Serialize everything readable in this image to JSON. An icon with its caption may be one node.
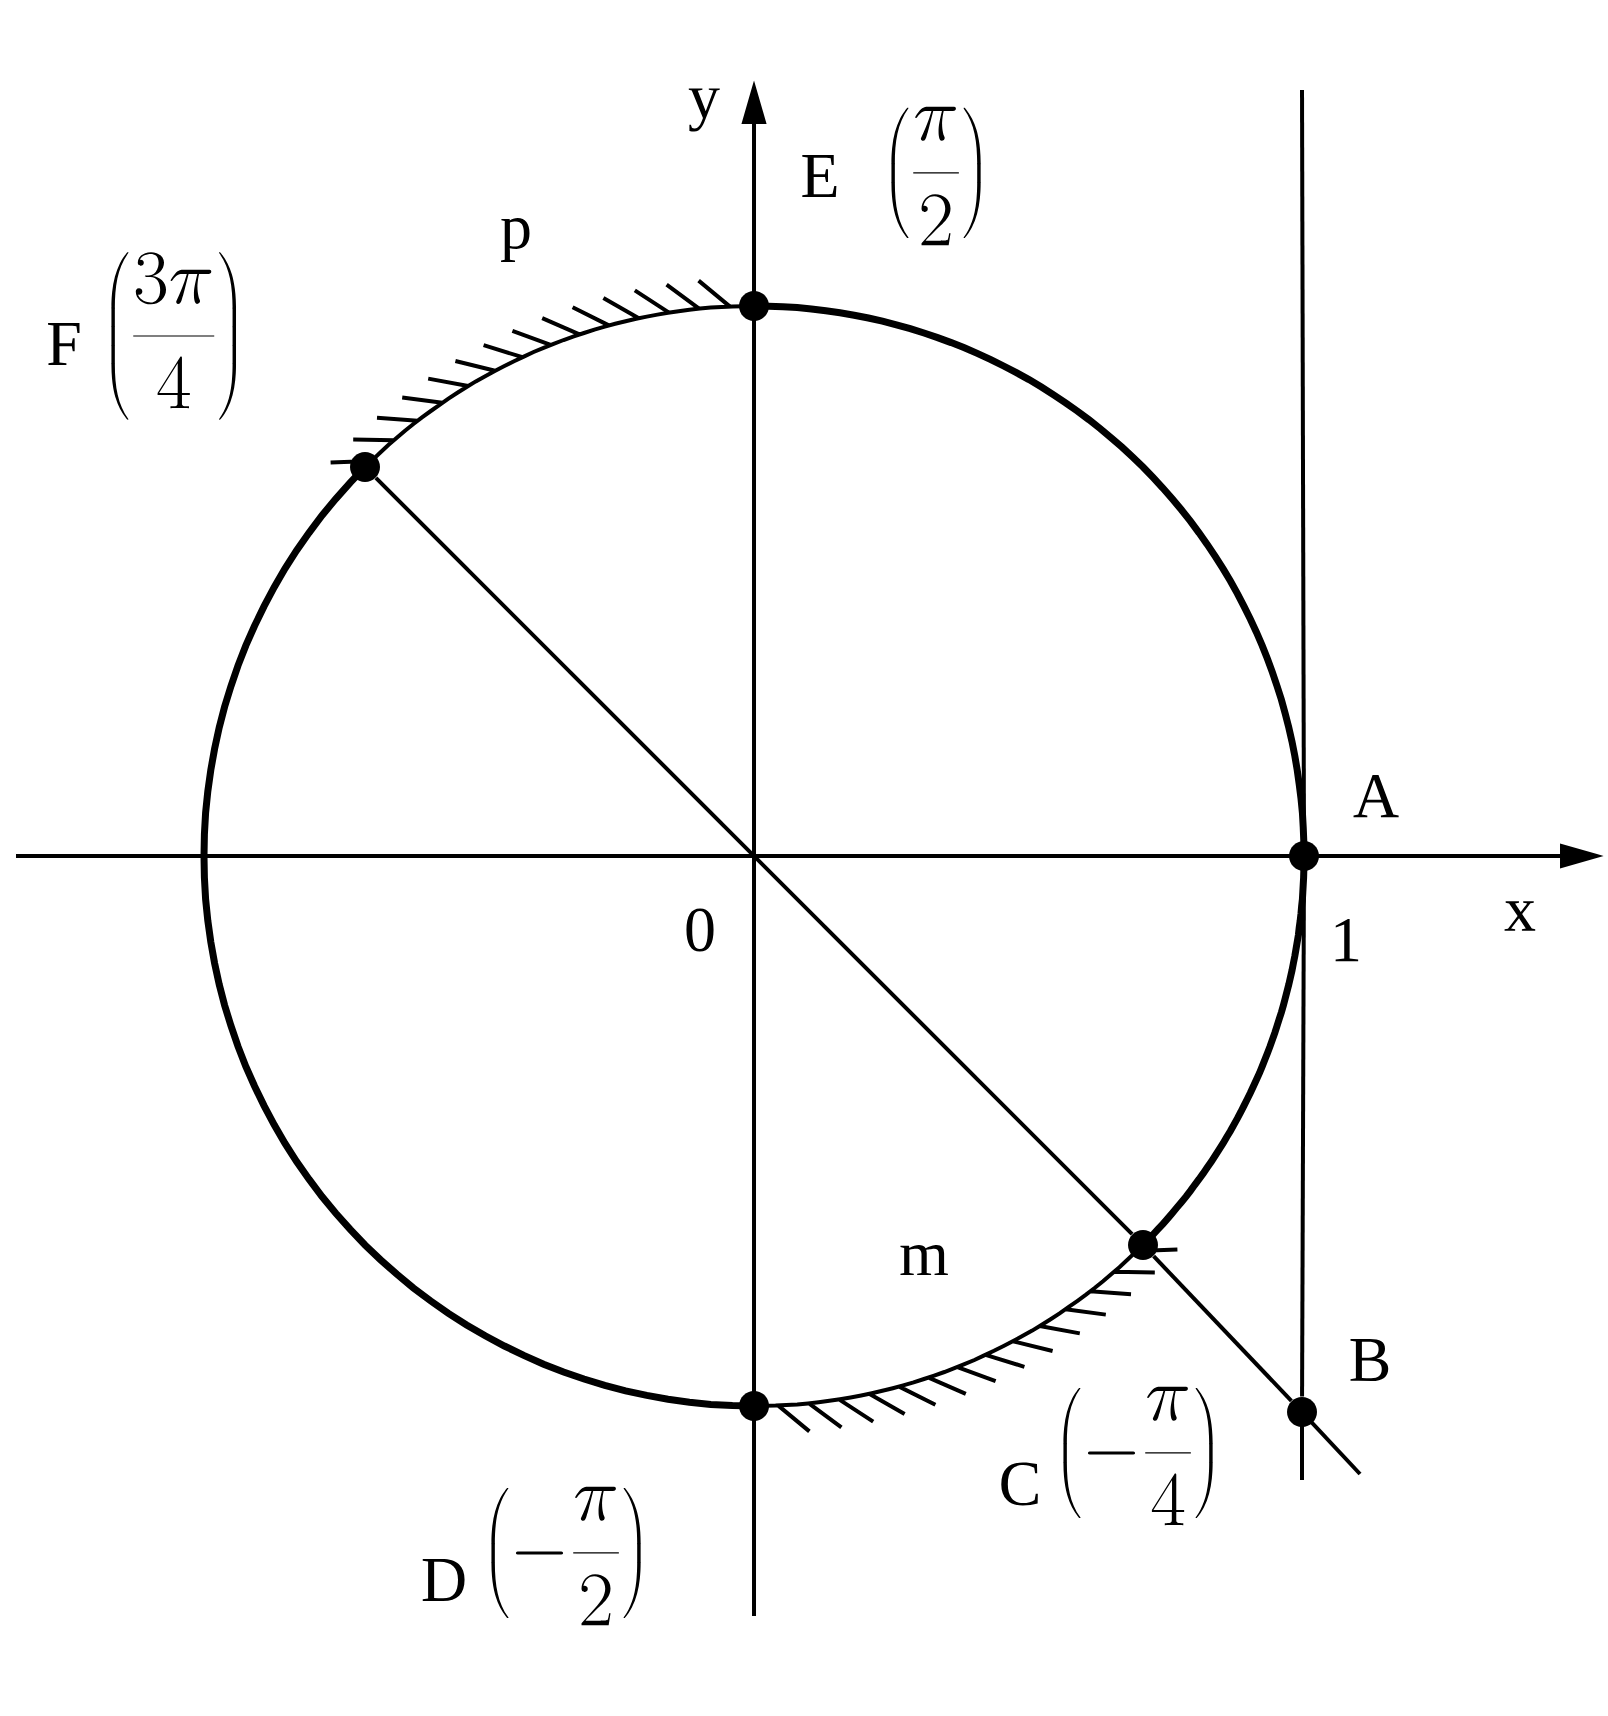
{
  "diagram": {
    "nodes": [
      {
        "text": [
          "A"
        ]
      },
      {
        "text": [
          "B"
        ]
      },
      {
        "text": [
          "C"
        ]
      },
      {
        "text": [
          "D"
        ]
      },
      {
        "text": [
          "E"
        ]
      },
      {
        "text": [
          "F"
        ]
      }
    ],
    "edges": [
      {
        "from": 4,
        "to": 5,
        "arrow": "none",
        "label": "p"
      },
      {
        "from": 3,
        "to": 2,
        "arrow": "none",
        "label": "m"
      },
      {
        "from": 5,
        "to": 2,
        "arrow": "none"
      },
      {
        "from": 2,
        "to": 1,
        "arrow": "none"
      },
      {
        "from": 0,
        "to": 1,
        "arrow": "none"
      },
      {
        "from": 2,
        "to": 0,
        "arrow": "none"
      },
      {
        "from": 0,
        "to": 4,
        "arrow": "none"
      },
      {
        "from": 5,
        "to": 3,
        "arrow": "none"
      }
    ],
    "labels": [
      "\\left(\\frac{3\\pi}{4}\\right)",
      "y",
      "\\left(\\frac{\\pi}{2}\\right)",
      "0",
      "1",
      "x",
      "\\left(-\\frac{\\pi}{2}\\right)",
      "\\left(-\\frac{\\pi}{4}\\right)"
    ]
  }
}
